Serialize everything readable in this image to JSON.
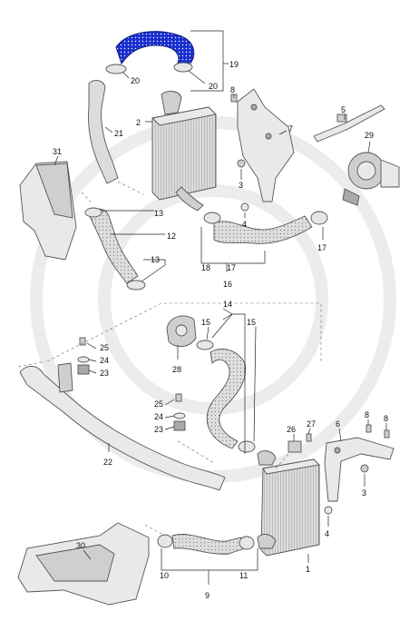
{
  "diagram": {
    "callouts": [
      {
        "id": "c19",
        "text": "19"
      },
      {
        "id": "c20a",
        "text": "20"
      },
      {
        "id": "c20b",
        "text": "20"
      },
      {
        "id": "c8a",
        "text": "8"
      },
      {
        "id": "c21",
        "text": "21"
      },
      {
        "id": "c2",
        "text": "2"
      },
      {
        "id": "c7",
        "text": "7"
      },
      {
        "id": "c5",
        "text": "5"
      },
      {
        "id": "c29",
        "text": "29"
      },
      {
        "id": "c31",
        "text": "31"
      },
      {
        "id": "c3a",
        "text": "3"
      },
      {
        "id": "c13a",
        "text": "13"
      },
      {
        "id": "c4a",
        "text": "4"
      },
      {
        "id": "c12",
        "text": "12"
      },
      {
        "id": "c13b",
        "text": "13"
      },
      {
        "id": "c17a",
        "text": "17"
      },
      {
        "id": "c18",
        "text": "18"
      },
      {
        "id": "c17b",
        "text": "17"
      },
      {
        "id": "c16",
        "text": "16"
      },
      {
        "id": "c14",
        "text": "14"
      },
      {
        "id": "c15a",
        "text": "15"
      },
      {
        "id": "c15b",
        "text": "15"
      },
      {
        "id": "c28",
        "text": "28"
      },
      {
        "id": "c25a",
        "text": "25"
      },
      {
        "id": "c24a",
        "text": "24"
      },
      {
        "id": "c23a",
        "text": "23"
      },
      {
        "id": "c25b",
        "text": "25"
      },
      {
        "id": "c24b",
        "text": "24"
      },
      {
        "id": "c23b",
        "text": "23"
      },
      {
        "id": "c22",
        "text": "22"
      },
      {
        "id": "c26",
        "text": "26"
      },
      {
        "id": "c27",
        "text": "27"
      },
      {
        "id": "c6",
        "text": "6"
      },
      {
        "id": "c8b",
        "text": "8"
      },
      {
        "id": "c8c",
        "text": "8"
      },
      {
        "id": "c3b",
        "text": "3"
      },
      {
        "id": "c4b",
        "text": "4"
      },
      {
        "id": "c1",
        "text": "1"
      },
      {
        "id": "c30",
        "text": "30"
      },
      {
        "id": "c10",
        "text": "10"
      },
      {
        "id": "c11",
        "text": "11"
      },
      {
        "id": "c9",
        "text": "9"
      }
    ],
    "colors": {
      "highlight_hose": "#1a2fd0",
      "highlight_dots": "#ffffff",
      "part_fill": "#dcdcdc",
      "outline": "#555555",
      "watermark": "#ececec"
    },
    "highlighted_part": "19"
  }
}
